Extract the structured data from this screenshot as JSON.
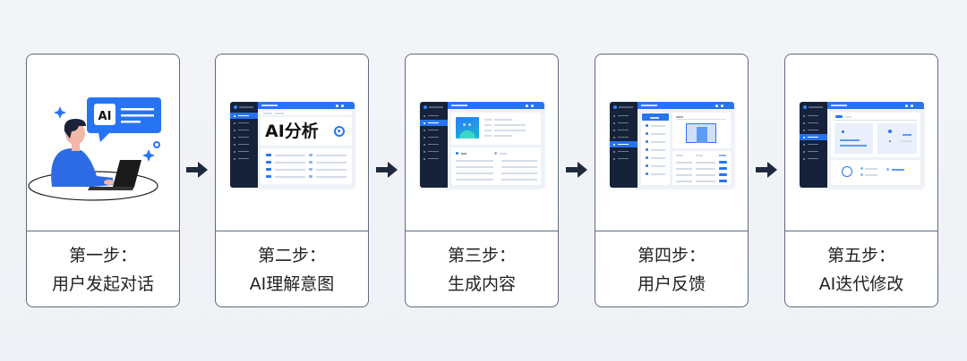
{
  "steps": [
    {
      "title": "第一步：",
      "subtitle": "用户发起对话",
      "illustration": "user-chat-with-ai",
      "bubble_text": "AI"
    },
    {
      "title": "第二步：",
      "subtitle": "AI理解意图",
      "illustration": "ai-analysis-dashboard",
      "panel_text": "AI分析"
    },
    {
      "title": "第三步：",
      "subtitle": "生成内容",
      "illustration": "generated-content-dashboard"
    },
    {
      "title": "第四步：",
      "subtitle": "用户反馈",
      "illustration": "feedback-dashboard"
    },
    {
      "title": "第五步：",
      "subtitle": "AI迭代修改",
      "illustration": "iteration-dashboard"
    }
  ],
  "colors": {
    "accent": "#2674f2",
    "sidebar": "#16213a",
    "border": "#5f6b7e",
    "arrow": "#1e2a3c"
  }
}
